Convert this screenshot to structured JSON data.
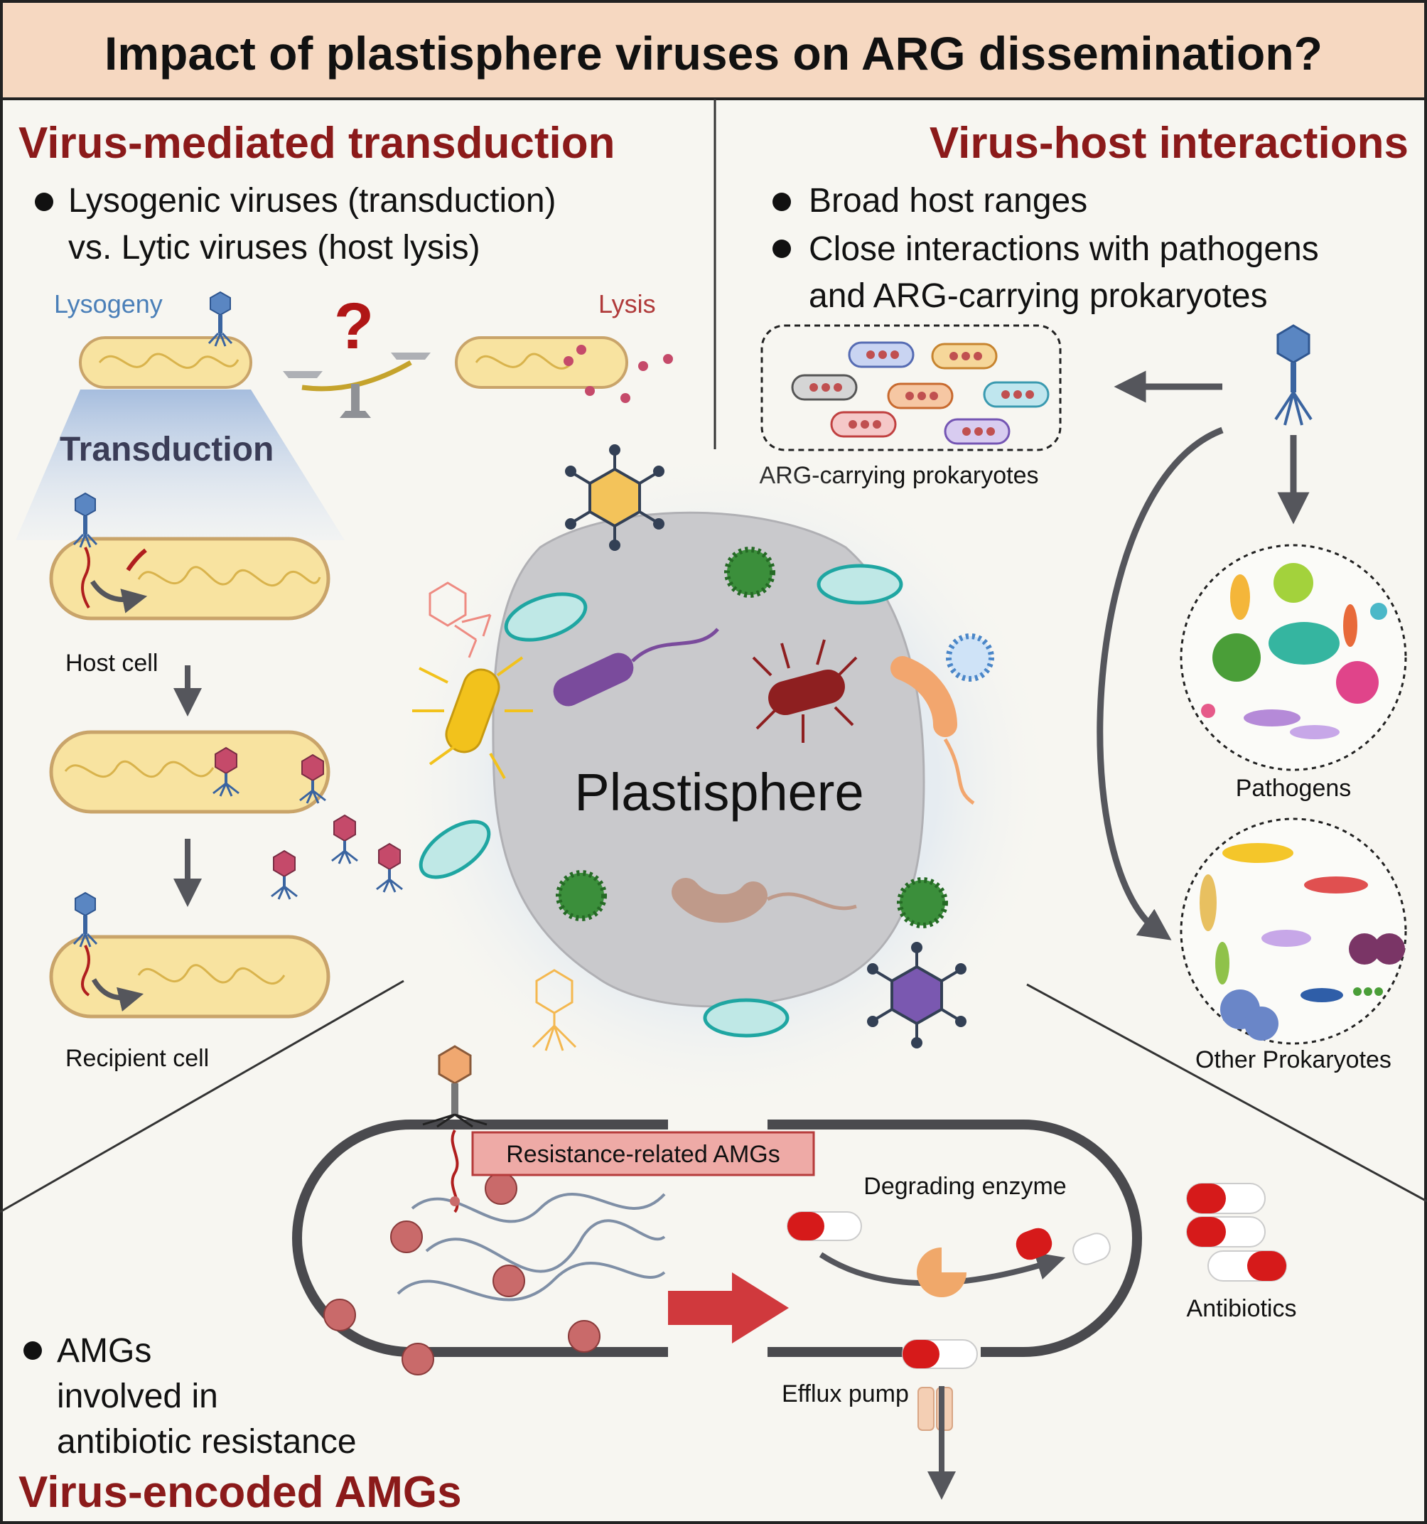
{
  "title": "Impact of plastisphere viruses on ARG dissemination?",
  "colors": {
    "header_bg": "#f6d8c1",
    "section_title": "#8b1a1a",
    "lysogeny_label": "#4a7fb8",
    "lysis_label": "#b03a3a",
    "cell_fill": "#f8e3a0",
    "cell_outline": "#c9a46a",
    "virus_blue": "#4a78b5",
    "dna_red": "#b01e1e",
    "arrow_gray": "#55565c",
    "amg_box": "#eeaaa6"
  },
  "sections": {
    "transduction": {
      "title": "Virus-mediated transduction",
      "bullet_lines": [
        "Lysogenic viruses (transduction)",
        "vs. Lytic viruses (host lysis)"
      ],
      "lysogeny_label": "Lysogeny",
      "lysis_label": "Lysis",
      "question_mark": "?",
      "transduction_label": "Transduction",
      "host_cell_label": "Host cell",
      "recipient_cell_label": "Recipient cell"
    },
    "virus_host": {
      "title": "Virus-host interactions",
      "bullet1": "Broad host ranges",
      "bullet2_lines": [
        "Close interactions with pathogens",
        "and ARG-carrying prokaryotes"
      ],
      "arg_label": "ARG-carrying prokaryotes",
      "pathogens_label": "Pathogens",
      "other_label": "Other Prokaryotes"
    },
    "center": {
      "label": "Plastisphere"
    },
    "amg": {
      "title": "Virus-encoded AMGs",
      "bullet_lines": [
        "AMGs",
        "involved in",
        "antibiotic resistance"
      ],
      "amg_box_label": "Resistance-related AMGs",
      "degrading_label": "Degrading enzyme",
      "efflux_label": "Efflux pump",
      "antibiotics_label": "Antibiotics"
    }
  }
}
